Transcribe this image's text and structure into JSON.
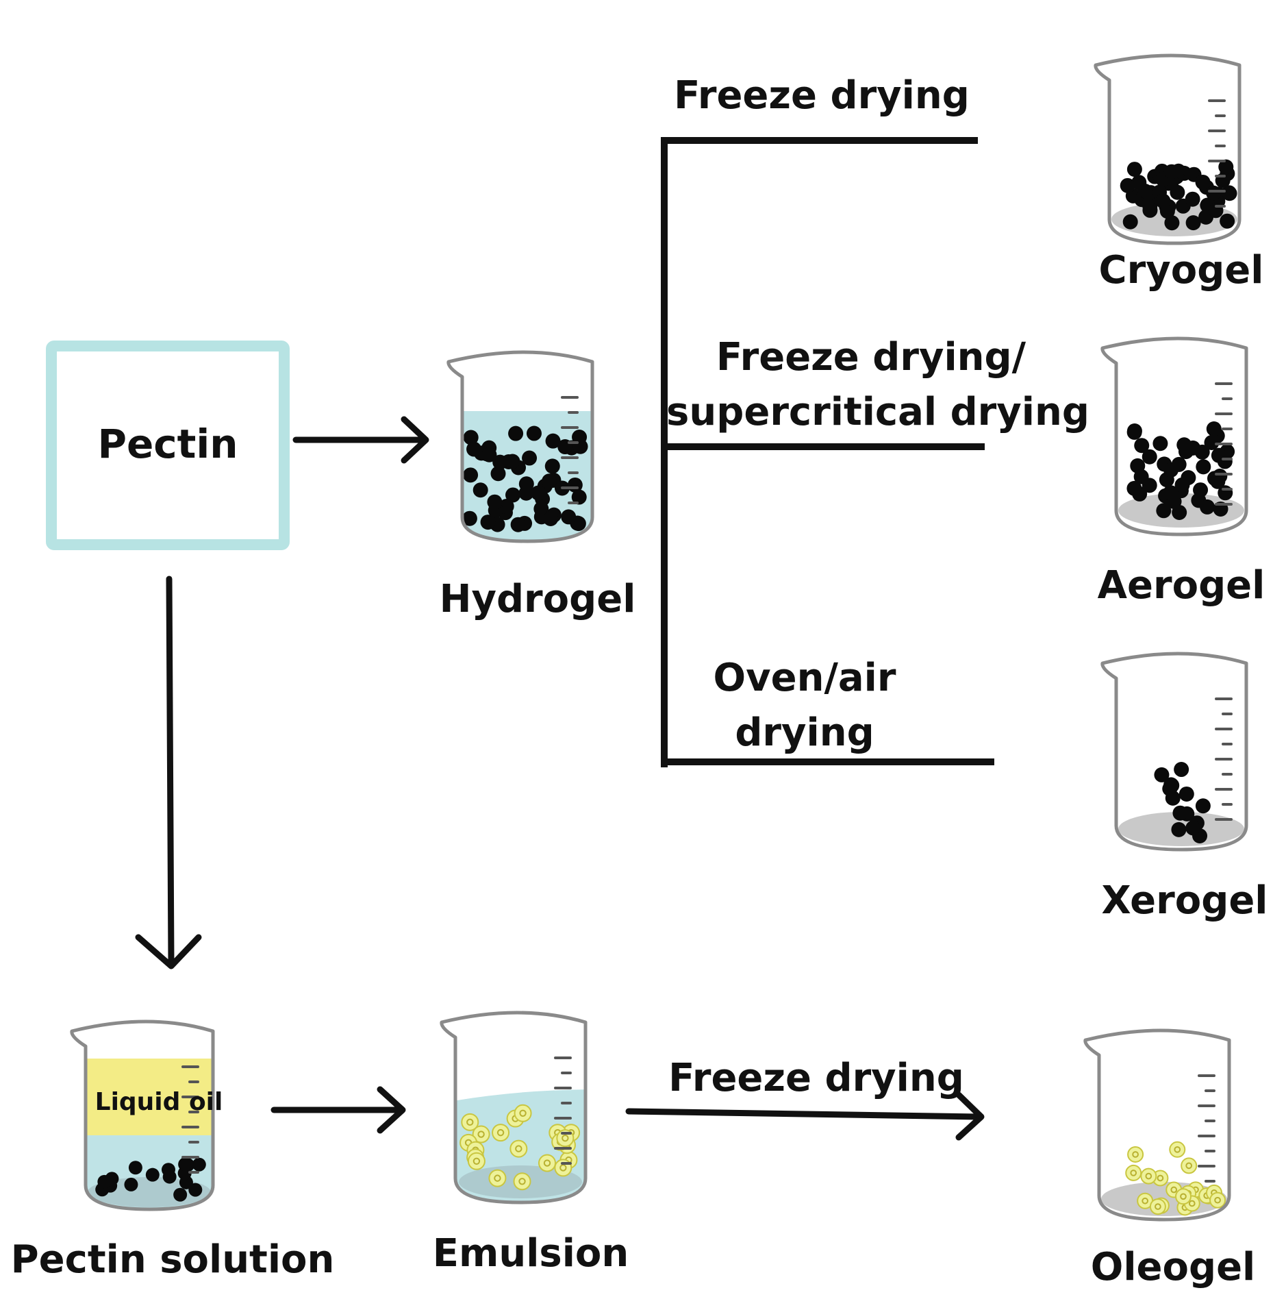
{
  "nodes": {
    "pectin": "Pectin",
    "hydrogel": "Hydrogel",
    "cryogel": "Cryogel",
    "aerogel": "Aerogel",
    "xerogel": "Xerogel",
    "pectin_solution": "Pectin solution",
    "emulsion": "Emulsion",
    "oleogel": "Oleogel",
    "liquid_oil": "Liquid oil"
  },
  "processes": {
    "cryogel": "Freeze drying",
    "aerogel_line1": "Freeze drying/",
    "aerogel_line2": "supercritical drying",
    "xerogel_line1": "Oven/air",
    "xerogel_line2": "drying",
    "oleogel": "Freeze drying"
  },
  "colors": {
    "box_border": "#b7e3e3",
    "water": "#bfe3e6",
    "oil": "#f3ec86",
    "droplet": "#eef29a",
    "particle": "#0a0a0a",
    "settled": "#c9c9c9"
  }
}
